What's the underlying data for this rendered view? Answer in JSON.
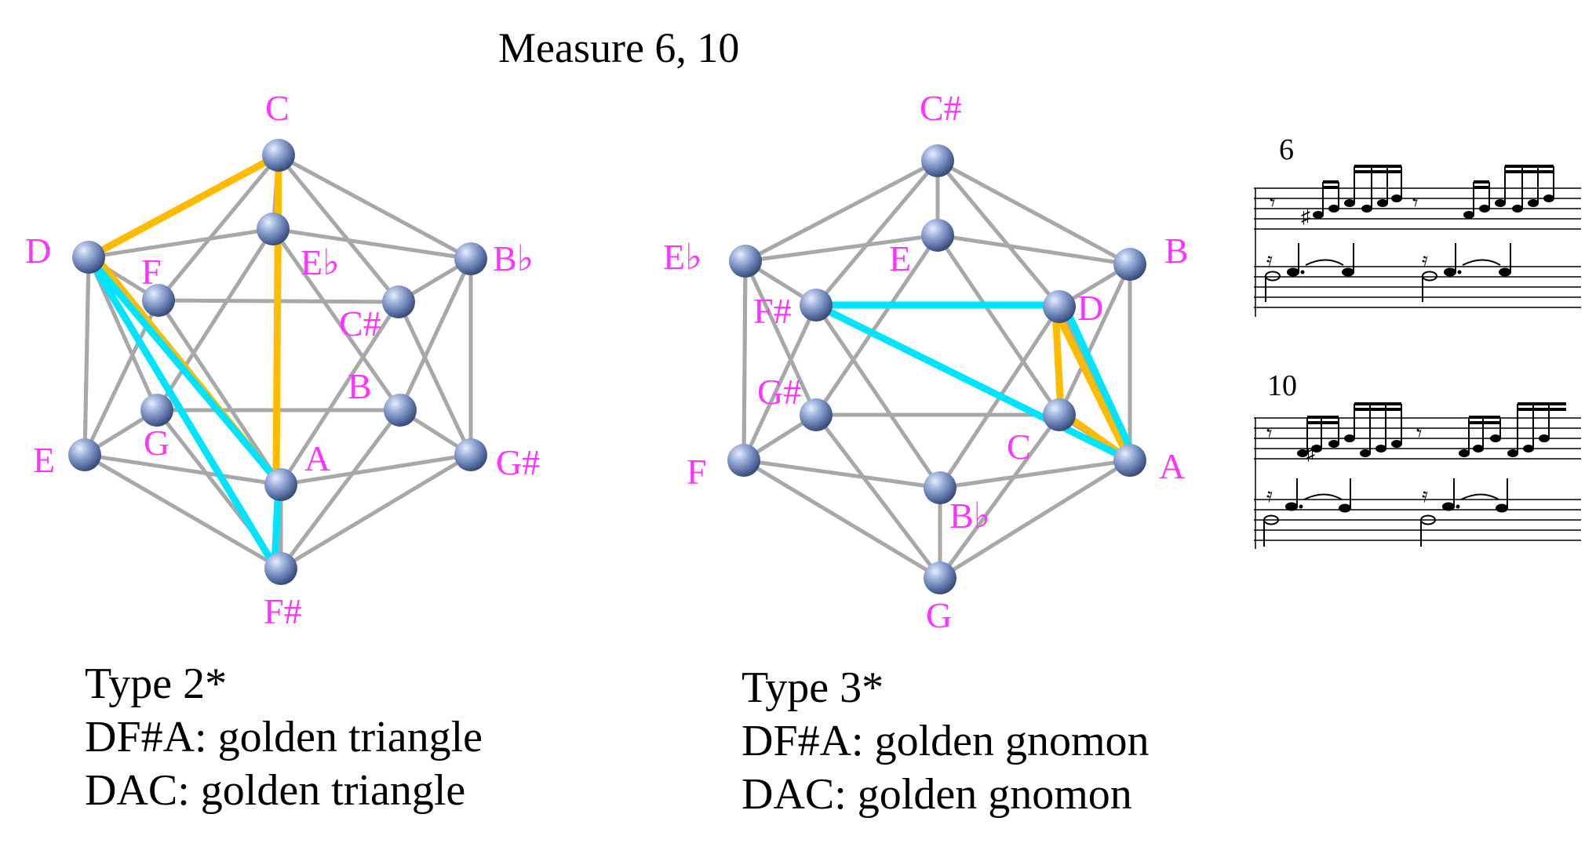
{
  "title": "Measure 6, 10",
  "colors": {
    "label": "#ff33ff",
    "edge": "#a8a8a8",
    "gold": "#ffbb00",
    "cyan": "#00e5ff",
    "node": "#7f96c8"
  },
  "diagrams": [
    {
      "id": "left",
      "caption": {
        "type": "Type 2*",
        "line1": "DF#A: golden triangle",
        "line2": "DAC: golden triangle"
      },
      "labels": [
        "C",
        "D",
        "F",
        "E♭",
        "B♭",
        "C#",
        "B",
        "E",
        "G",
        "A",
        "G#",
        "F#"
      ]
    },
    {
      "id": "right",
      "caption": {
        "type": "Type 3*",
        "line1": "DF#A: golden gnomon",
        "line2": "DAC: golden gnomon"
      },
      "labels": [
        "C#",
        "E♭",
        "E",
        "B",
        "F#",
        "D",
        "G#",
        "C",
        "F",
        "A",
        "B♭",
        "G"
      ]
    }
  ],
  "score": {
    "measure_a": "6",
    "measure_b": "10"
  }
}
